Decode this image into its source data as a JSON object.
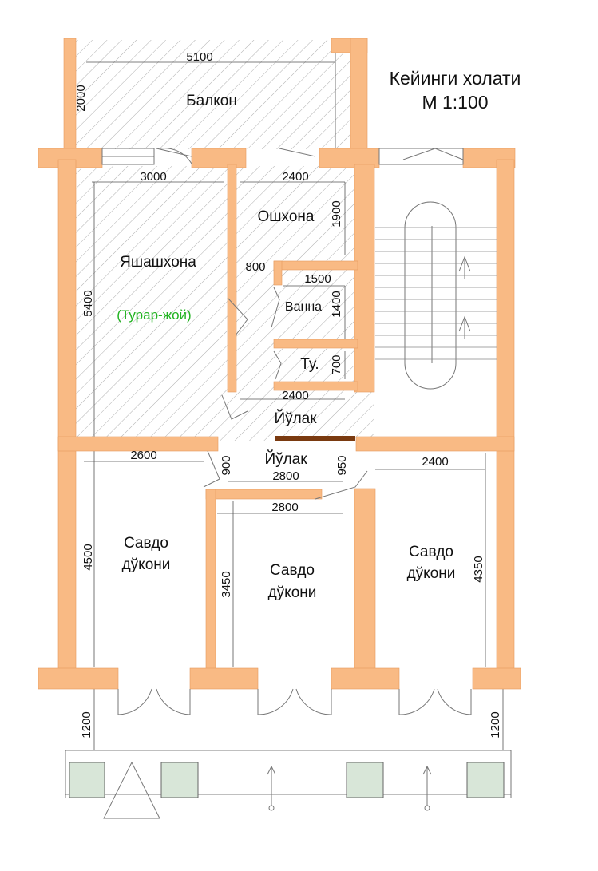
{
  "header": {
    "title": "Кейинги холати",
    "scale": "М 1:100"
  },
  "rooms": {
    "balcony": "Балкон",
    "living": "Яшашхона",
    "living_note": "(Турар-жой)",
    "kitchen": "Ошхона",
    "bath": "Ванна",
    "toilet": "Ту.",
    "corridor_upper": "Йўлак",
    "corridor_lower": "Йўлак",
    "shop_left_1": "Савдо",
    "shop_left_2": "дўкони",
    "shop_mid_1": "Савдо",
    "shop_mid_2": "дўкони",
    "shop_right_1": "Савдо",
    "shop_right_2": "дўкони"
  },
  "dimensions": {
    "balcony_width": "5100",
    "balcony_depth": "2000",
    "living_width": "3000",
    "kitchen_width": "2400",
    "kitchen_depth": "1900",
    "living_depth": "5400",
    "bath_offset": "800",
    "bath_width": "1500",
    "bath_depth": "1400",
    "toilet_depth": "700",
    "corridor_width": "2400",
    "shop_left_width": "2600",
    "lower_corr_left": "900",
    "lower_corr_width": "2800",
    "lower_corr_right": "950",
    "shop_right_width": "2400",
    "shop_mid_width": "2800",
    "shop_left_depth": "4500",
    "shop_mid_depth": "3450",
    "shop_right_depth": "4350",
    "porch_left": "1200",
    "porch_right": "1200"
  },
  "colors": {
    "wall": "#f9ba84",
    "living_note": "#22b322",
    "door_strip": "#7a3a10"
  }
}
